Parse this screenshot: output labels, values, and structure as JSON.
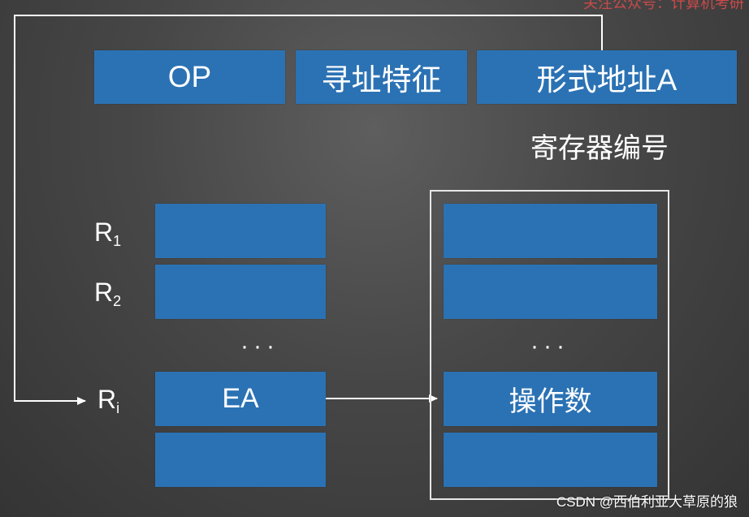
{
  "instruction": {
    "op": "OP",
    "addressing_mode": "寻址特征",
    "formal_address": "形式地址A"
  },
  "caption": "寄存器编号",
  "registers": {
    "r1": {
      "letter": "R",
      "index": "1"
    },
    "r2": {
      "letter": "R",
      "index": "2"
    },
    "ri": {
      "letter": "R",
      "index": "i"
    },
    "ellipsis": "···",
    "ea_label": "EA"
  },
  "memory": {
    "ellipsis": "···",
    "operand_label": "操作数"
  },
  "watermarks": {
    "top": "关注公众号：计算机考研",
    "bottom": "CSDN @西伯利亚大草原的狼"
  },
  "colors": {
    "cell_blue": "#2b72b4",
    "background": "#474747",
    "line": "#ffffff"
  }
}
